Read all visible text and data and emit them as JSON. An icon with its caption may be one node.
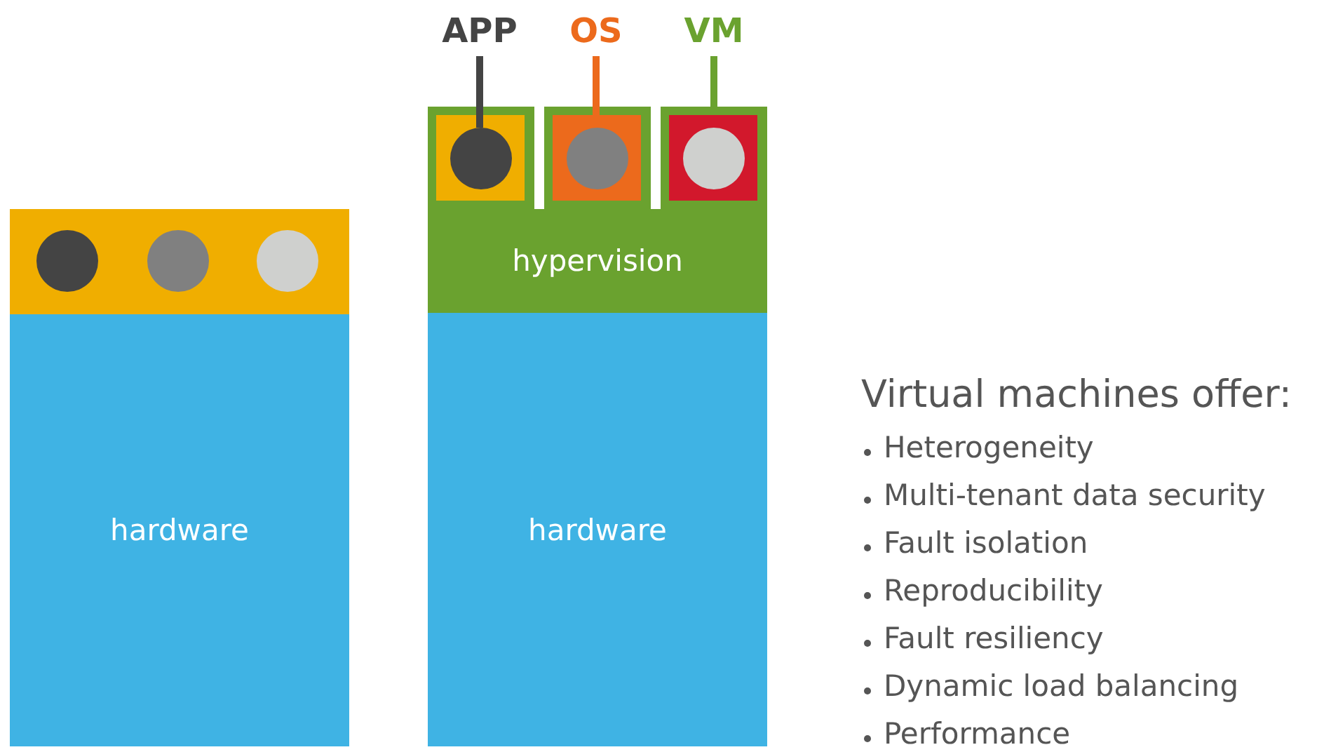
{
  "diagram": {
    "nodes": [
      {
        "text": [],
        "shape": "bar"
      },
      {
        "text": [],
        "shape": "circle",
        "in": 0
      },
      {
        "text": [],
        "shape": "circle",
        "in": 0
      },
      {
        "text": [],
        "shape": "circle",
        "in": 0
      },
      {
        "text": [
          "hardware"
        ]
      },
      {
        "text": [
          "APP"
        ]
      },
      {
        "text": [
          "OS"
        ]
      },
      {
        "text": [
          "VM"
        ]
      },
      {
        "text": [],
        "shape": "box"
      },
      {
        "text": [],
        "shape": "box",
        "in": 8
      },
      {
        "text": [],
        "shape": "circle",
        "in": 9
      },
      {
        "text": [],
        "shape": "box"
      },
      {
        "text": [],
        "shape": "box",
        "in": 11
      },
      {
        "text": [],
        "shape": "circle",
        "in": 12
      },
      {
        "text": [],
        "shape": "box"
      },
      {
        "text": [],
        "shape": "box",
        "in": 14
      },
      {
        "text": [],
        "shape": "circle",
        "in": 15
      },
      {
        "text": [
          "hypervision"
        ]
      },
      {
        "text": [
          "hardware"
        ]
      }
    ],
    "edges": [
      {
        "from": 5,
        "to": 10,
        "arrow": "none",
        "color": "#444444"
      },
      {
        "from": 6,
        "to": 12,
        "arrow": "none",
        "color": "#ec6a1c"
      },
      {
        "from": 7,
        "to": 14,
        "arrow": "none",
        "color": "#6aa22f"
      }
    ],
    "labels": [
      "Virtual machines offer:",
      "Heterogeneity",
      "Multi-tenant data security",
      "Fault isolation",
      "Reproducibility",
      "Fault resiliency",
      "Dynamic load balancing",
      "Performance"
    ]
  }
}
